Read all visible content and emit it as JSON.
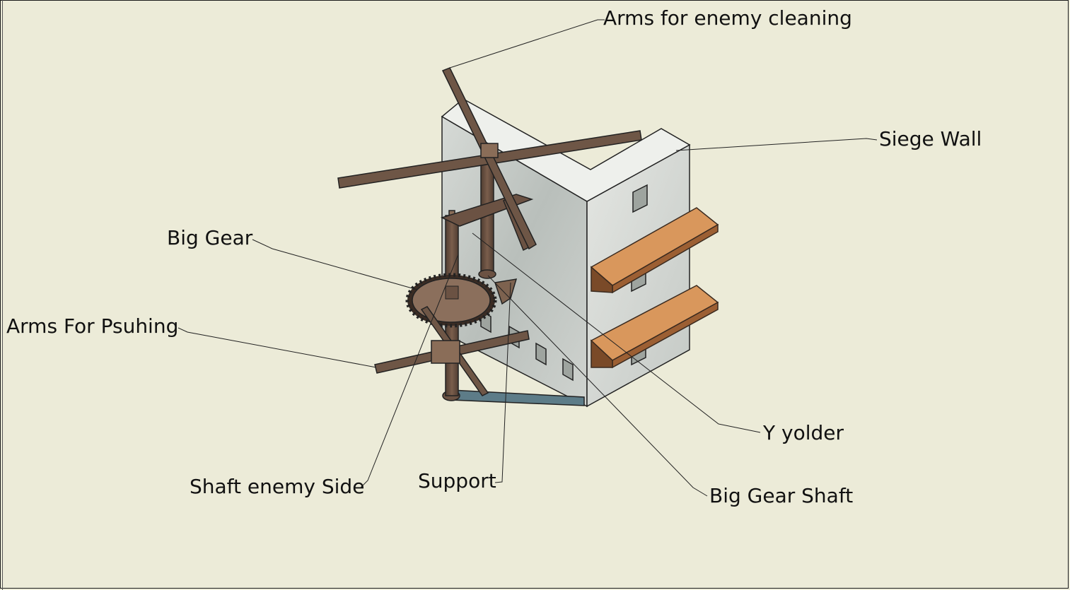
{
  "labels": {
    "arms_cleaning": "Arms for enemy cleaning",
    "siege_wall": "Siege Wall",
    "big_gear": "Big Gear",
    "arms_pushing": "Arms For Psuhing",
    "y_holder": "Y yolder",
    "shaft_enemy_side": "Shaft enemy Side",
    "support": "Support",
    "big_gear_shaft": "Big Gear Shaft"
  },
  "colors": {
    "background": "#ecebd8",
    "wall": "#c9cdc8",
    "wood": "#6b5243",
    "plank": "#d9975c",
    "leader_line": "#222222"
  }
}
